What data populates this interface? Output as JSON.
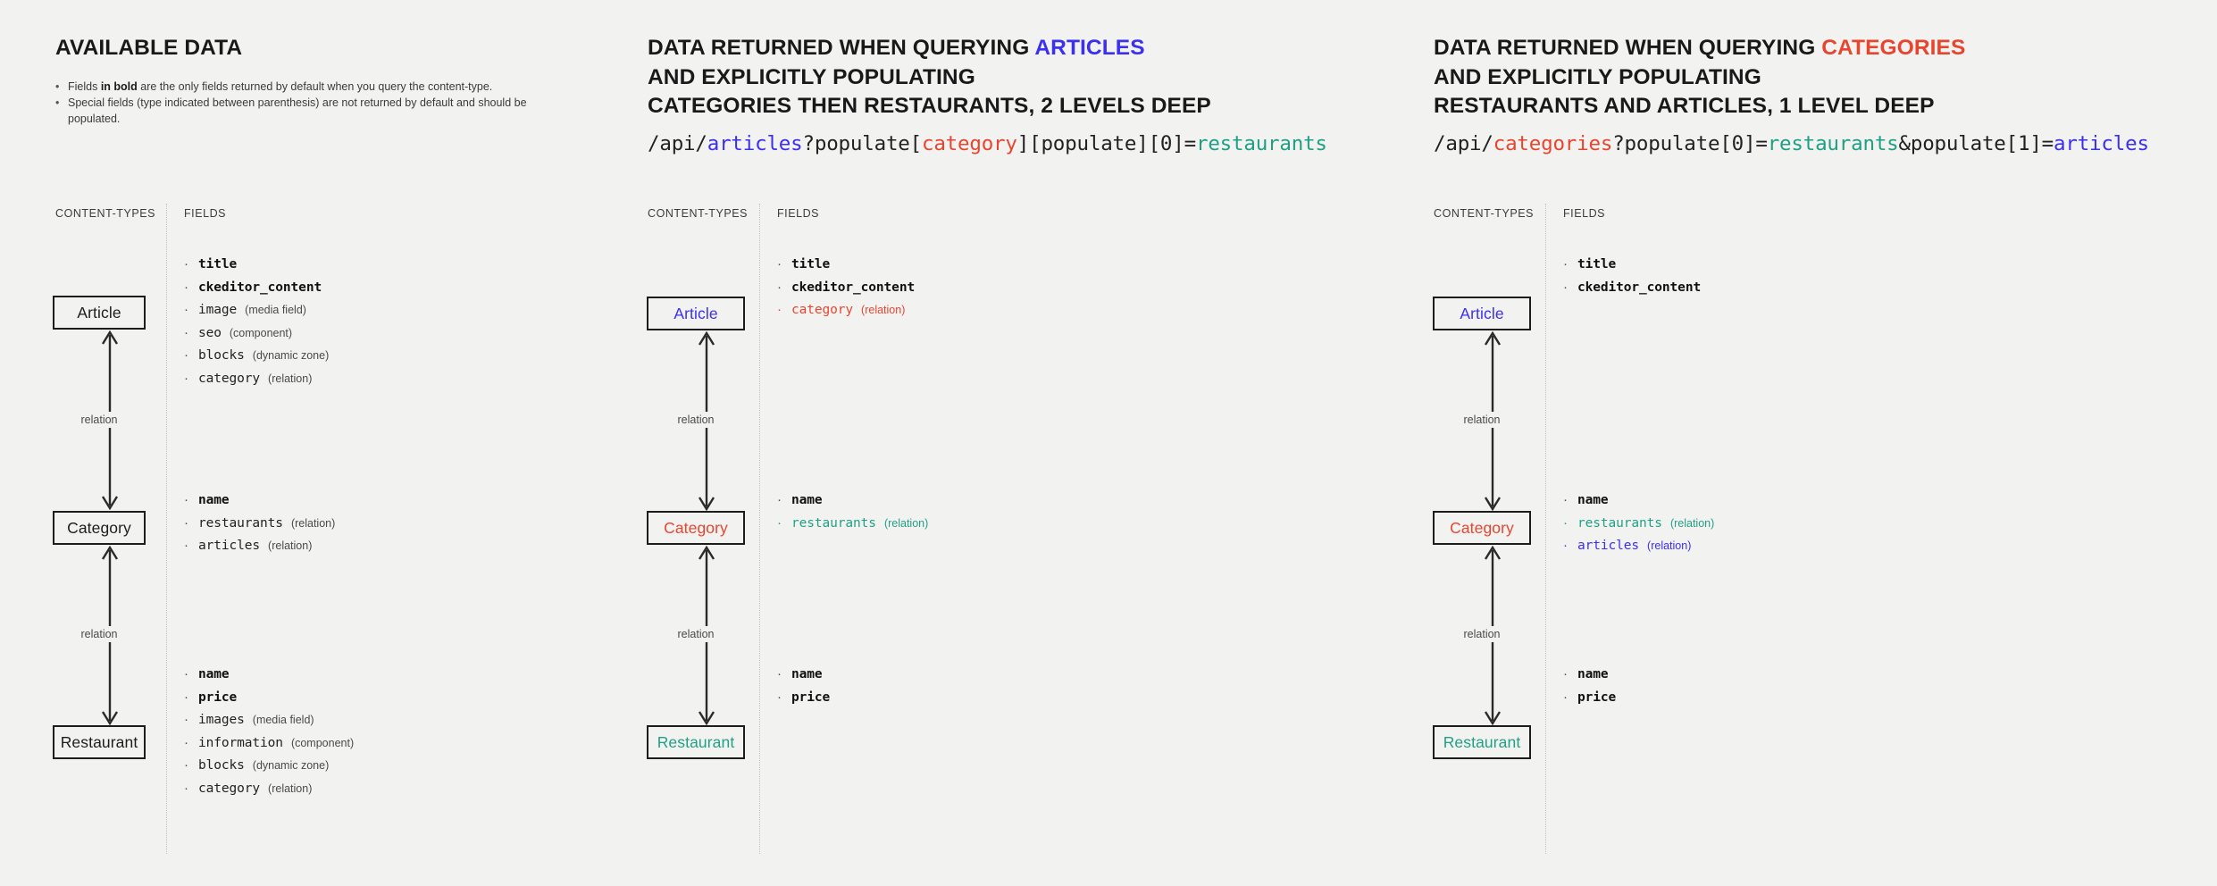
{
  "columns": [
    {
      "id": "available-data",
      "heading": {
        "prefix": "AVAILABLE DATA",
        "highlight": "",
        "highlight_color": "",
        "lines": []
      },
      "bullets": [
        {
          "pre": "Fields ",
          "bold": "in bold",
          "post": " are the only fields returned by default when you query the content-type."
        },
        {
          "pre": "Special fields (type indicated between parenthesis) are not returned by default and should be populated.",
          "bold": "",
          "post": ""
        }
      ],
      "api_url": null,
      "sublabels": {
        "content_types": "CONTENT-TYPES",
        "fields": "FIELDS"
      },
      "nodes": [
        {
          "label": "Article",
          "color": "default"
        },
        {
          "label": "Category",
          "color": "default"
        },
        {
          "label": "Restaurant",
          "color": "default"
        }
      ],
      "connectors": [
        {
          "label": "relation"
        },
        {
          "label": "relation"
        }
      ],
      "field_groups": [
        [
          {
            "name": "title",
            "type": "",
            "style": "bold",
            "color": "default"
          },
          {
            "name": "ckeditor_content",
            "type": "",
            "style": "bold",
            "color": "default"
          },
          {
            "name": "image",
            "type": "(media field)",
            "style": "normal",
            "color": "default"
          },
          {
            "name": "seo",
            "type": "(component)",
            "style": "normal",
            "color": "default"
          },
          {
            "name": "blocks",
            "type": "(dynamic zone)",
            "style": "normal",
            "color": "default"
          },
          {
            "name": "category",
            "type": "(relation)",
            "style": "normal",
            "color": "default"
          }
        ],
        [
          {
            "name": "name",
            "type": "",
            "style": "bold",
            "color": "default"
          },
          {
            "name": "restaurants",
            "type": "(relation)",
            "style": "normal",
            "color": "default"
          },
          {
            "name": "articles",
            "type": "(relation)",
            "style": "normal",
            "color": "default"
          }
        ],
        [
          {
            "name": "name",
            "type": "",
            "style": "bold",
            "color": "default"
          },
          {
            "name": "price",
            "type": "",
            "style": "bold",
            "color": "default"
          },
          {
            "name": "images",
            "type": "(media field)",
            "style": "normal",
            "color": "default"
          },
          {
            "name": "information",
            "type": "(component)",
            "style": "normal",
            "color": "default"
          },
          {
            "name": "blocks",
            "type": "(dynamic zone)",
            "style": "normal",
            "color": "default"
          },
          {
            "name": "category",
            "type": "(relation)",
            "style": "normal",
            "color": "default"
          }
        ]
      ]
    },
    {
      "id": "querying-articles",
      "heading": {
        "prefix": "DATA RETURNED WHEN QUERYING ",
        "highlight": "ARTICLES",
        "highlight_color": "blue",
        "lines": [
          "AND EXPLICITLY POPULATING",
          "CATEGORIES THEN RESTAURANTS, 2 LEVELS DEEP"
        ]
      },
      "bullets": [],
      "api_url": [
        {
          "t": "/api/",
          "c": "default"
        },
        {
          "t": "articles",
          "c": "blue"
        },
        {
          "t": "?populate[",
          "c": "default"
        },
        {
          "t": "category",
          "c": "red"
        },
        {
          "t": "][populate][0]=",
          "c": "default"
        },
        {
          "t": "restaurants",
          "c": "teal"
        }
      ],
      "sublabels": {
        "content_types": "CONTENT-TYPES",
        "fields": "FIELDS"
      },
      "nodes": [
        {
          "label": "Article",
          "color": "blue"
        },
        {
          "label": "Category",
          "color": "red"
        },
        {
          "label": "Restaurant",
          "color": "teal"
        }
      ],
      "connectors": [
        {
          "label": "relation"
        },
        {
          "label": "relation"
        }
      ],
      "field_groups": [
        [
          {
            "name": "title",
            "type": "",
            "style": "bold",
            "color": "default"
          },
          {
            "name": "ckeditor_content",
            "type": "",
            "style": "bold",
            "color": "default"
          },
          {
            "name": "category",
            "type": "(relation)",
            "style": "normal",
            "color": "red"
          }
        ],
        [
          {
            "name": "name",
            "type": "",
            "style": "bold",
            "color": "default"
          },
          {
            "name": "restaurants",
            "type": "(relation)",
            "style": "normal",
            "color": "teal"
          }
        ],
        [
          {
            "name": "name",
            "type": "",
            "style": "bold",
            "color": "default"
          },
          {
            "name": "price",
            "type": "",
            "style": "bold",
            "color": "default"
          }
        ]
      ]
    },
    {
      "id": "querying-categories",
      "heading": {
        "prefix": "DATA RETURNED WHEN QUERYING ",
        "highlight": "CATEGORIES",
        "highlight_color": "red",
        "lines": [
          "AND EXPLICITLY POPULATING",
          "RESTAURANTS AND ARTICLES, 1 LEVEL DEEP"
        ]
      },
      "bullets": [],
      "api_url": [
        {
          "t": "/api/",
          "c": "default"
        },
        {
          "t": "categories",
          "c": "red"
        },
        {
          "t": "?populate[0]=",
          "c": "default"
        },
        {
          "t": "restaurants",
          "c": "teal"
        },
        {
          "t": "&populate[1]=",
          "c": "default"
        },
        {
          "t": "articles",
          "c": "blue"
        }
      ],
      "sublabels": {
        "content_types": "CONTENT-TYPES",
        "fields": "FIELDS"
      },
      "nodes": [
        {
          "label": "Article",
          "color": "blue"
        },
        {
          "label": "Category",
          "color": "red"
        },
        {
          "label": "Restaurant",
          "color": "teal"
        }
      ],
      "connectors": [
        {
          "label": "relation"
        },
        {
          "label": "relation"
        }
      ],
      "field_groups": [
        [
          {
            "name": "title",
            "type": "",
            "style": "bold",
            "color": "default"
          },
          {
            "name": "ckeditor_content",
            "type": "",
            "style": "bold",
            "color": "default"
          }
        ],
        [
          {
            "name": "name",
            "type": "",
            "style": "bold",
            "color": "default"
          },
          {
            "name": "restaurants",
            "type": "(relation)",
            "style": "normal",
            "color": "teal"
          },
          {
            "name": "articles",
            "type": "(relation)",
            "style": "normal",
            "color": "blue"
          }
        ],
        [
          {
            "name": "name",
            "type": "",
            "style": "bold",
            "color": "default"
          },
          {
            "name": "price",
            "type": "",
            "style": "bold",
            "color": "default"
          }
        ]
      ]
    }
  ],
  "palette": {
    "background": "#f2f2f1",
    "ink": "#1d1d1d",
    "blue": "#3b2ff0",
    "red": "#e8452f",
    "teal": "#22a085"
  }
}
